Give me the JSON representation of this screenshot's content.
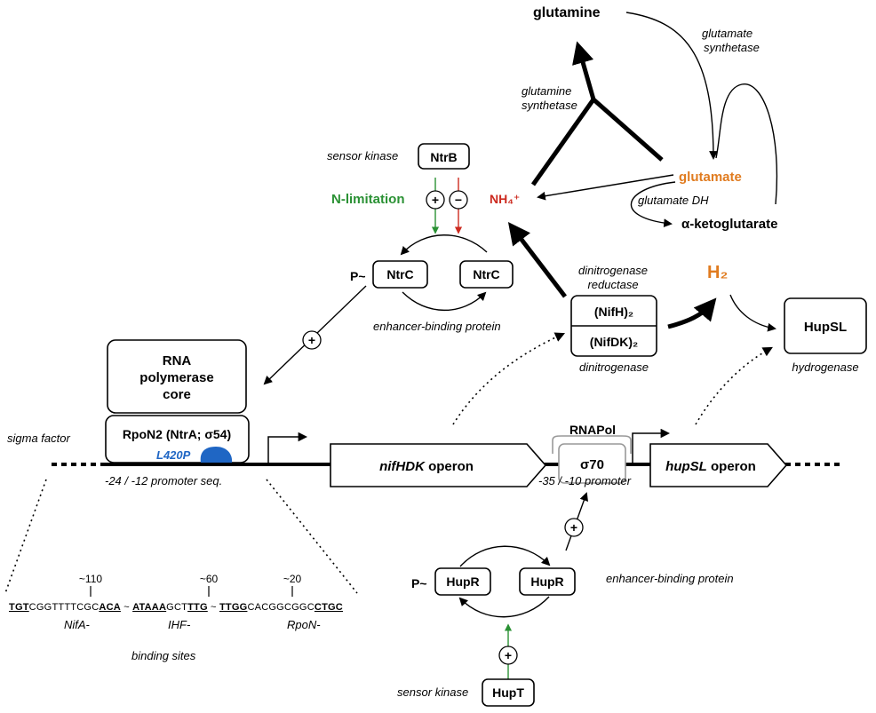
{
  "metabolism": {
    "glutamine": "glutamine",
    "glutamine_synthetase": [
      "glutamine",
      "synthetase"
    ],
    "glutamate_synthetase": [
      "glutamate",
      "synthetase"
    ],
    "glutamate": "glutamate",
    "glutamate_dh": "glutamate DH",
    "ketoglutarate": "α-ketoglutarate",
    "nh4": "NH₄⁺"
  },
  "ntr": {
    "sensor_kinase_label": "sensor kinase",
    "ntrb": "NtrB",
    "n_limitation": "N-limitation",
    "plus": "+",
    "minus": "−",
    "p_prefix": "P~",
    "ntrc_p": "NtrC",
    "ntrc": "NtrC",
    "enhancer_label": "enhancer-binding protein"
  },
  "nitrogenase": {
    "reductase_label": [
      "dinitrogenase",
      "reductase"
    ],
    "nifh": "(NifH)₂",
    "nifdk": "(NifDK)₂",
    "dinitrogenase_label": "dinitrogenase",
    "h2": "H₂"
  },
  "hydrogenase": {
    "hupsl": "HupSL",
    "label": "hydrogenase"
  },
  "polymerase": {
    "core": [
      "RNA",
      "polymerase",
      "core"
    ],
    "sigma_label": "sigma factor",
    "rpon2": "RpoN2 (NtrA; σ54)",
    "mutation": "L420P",
    "promoter_24": "-24 / -12 promoter seq.",
    "rnapol": "RNAPol",
    "sigma70": "σ70",
    "promoter_35": "-35 / -10 promoter"
  },
  "operons": {
    "nif_italic": "nifHDK",
    "nif_rest": " operon",
    "hup_italic": "hupSL",
    "hup_rest": " operon"
  },
  "hup": {
    "p_prefix": "P~",
    "hupr_p": "HupR",
    "hupr": "HupR",
    "enhancer_label": "enhancer-binding protein",
    "sensor_kinase_label": "sensor kinase",
    "hupt": "HupT",
    "plus": "+"
  },
  "sequence": {
    "pos110": "~110",
    "pos60": "~60",
    "pos20": "~20",
    "seg1_u": "TGT",
    "seg1": "CGGTTTTCGC",
    "seg1_u2": "ACA",
    "tilde1": " ~ ",
    "seg2_u": "ATAAA",
    "seg2": "GCT",
    "seg2_u2": "TTG",
    "tilde2": " ~ ",
    "seg3_u": "TTGG",
    "seg3": "CACGGCGGC",
    "seg3_u2": "CTGC",
    "nifa": "NifA-",
    "ihf": "IHF-",
    "rpon": "RpoN-",
    "binding": "binding sites"
  },
  "colors": {
    "green": "#2a9134",
    "red": "#cc2a1f",
    "orange": "#e07b1f",
    "blue": "#1f66c4",
    "gray": "#999999"
  }
}
